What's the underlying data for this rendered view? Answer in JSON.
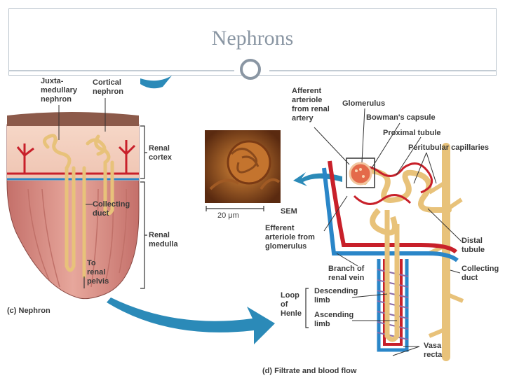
{
  "slide": {
    "title": "Nephrons"
  },
  "panel_c": {
    "caption": "(c) Nephron",
    "labels": {
      "juxta": "Juxta-\nmedullary\nnephron",
      "cortical": "Cortical\nnephron",
      "renal_cortex": "Renal\ncortex",
      "collecting_duct": "Collecting\nduct",
      "renal_medulla": "Renal\nmedulla",
      "to_renal_pelvis": "To\nrenal\npelvis"
    }
  },
  "sem": {
    "scale": "20 μm",
    "label": "SEM"
  },
  "panel_d": {
    "caption": "(d) Filtrate and blood flow",
    "labels": {
      "afferent": "Afferent\narteriole\nfrom renal\nartery",
      "glomerulus": "Glomerulus",
      "bowmans": "Bowman's capsule",
      "proximal": "Proximal tubule",
      "peritubular": "Peritubular capillaries",
      "efferent": "Efferent\narteriole from\nglomerulus",
      "distal": "Distal\ntubule",
      "branch_vein": "Branch of\nrenal vein",
      "collecting_duct": "Collecting\nduct",
      "loop_henle": "Loop\nof\nHenle",
      "descending": "Descending\nlimb",
      "ascending": "Ascending\nlimb",
      "vasa_recta": "Vasa\nrecta"
    }
  },
  "colors": {
    "artery": "#c8202a",
    "vein": "#2a86c8",
    "tubule": "#f3d59a",
    "tissue": "#e2988e",
    "arrow": "#2b8ab8"
  }
}
